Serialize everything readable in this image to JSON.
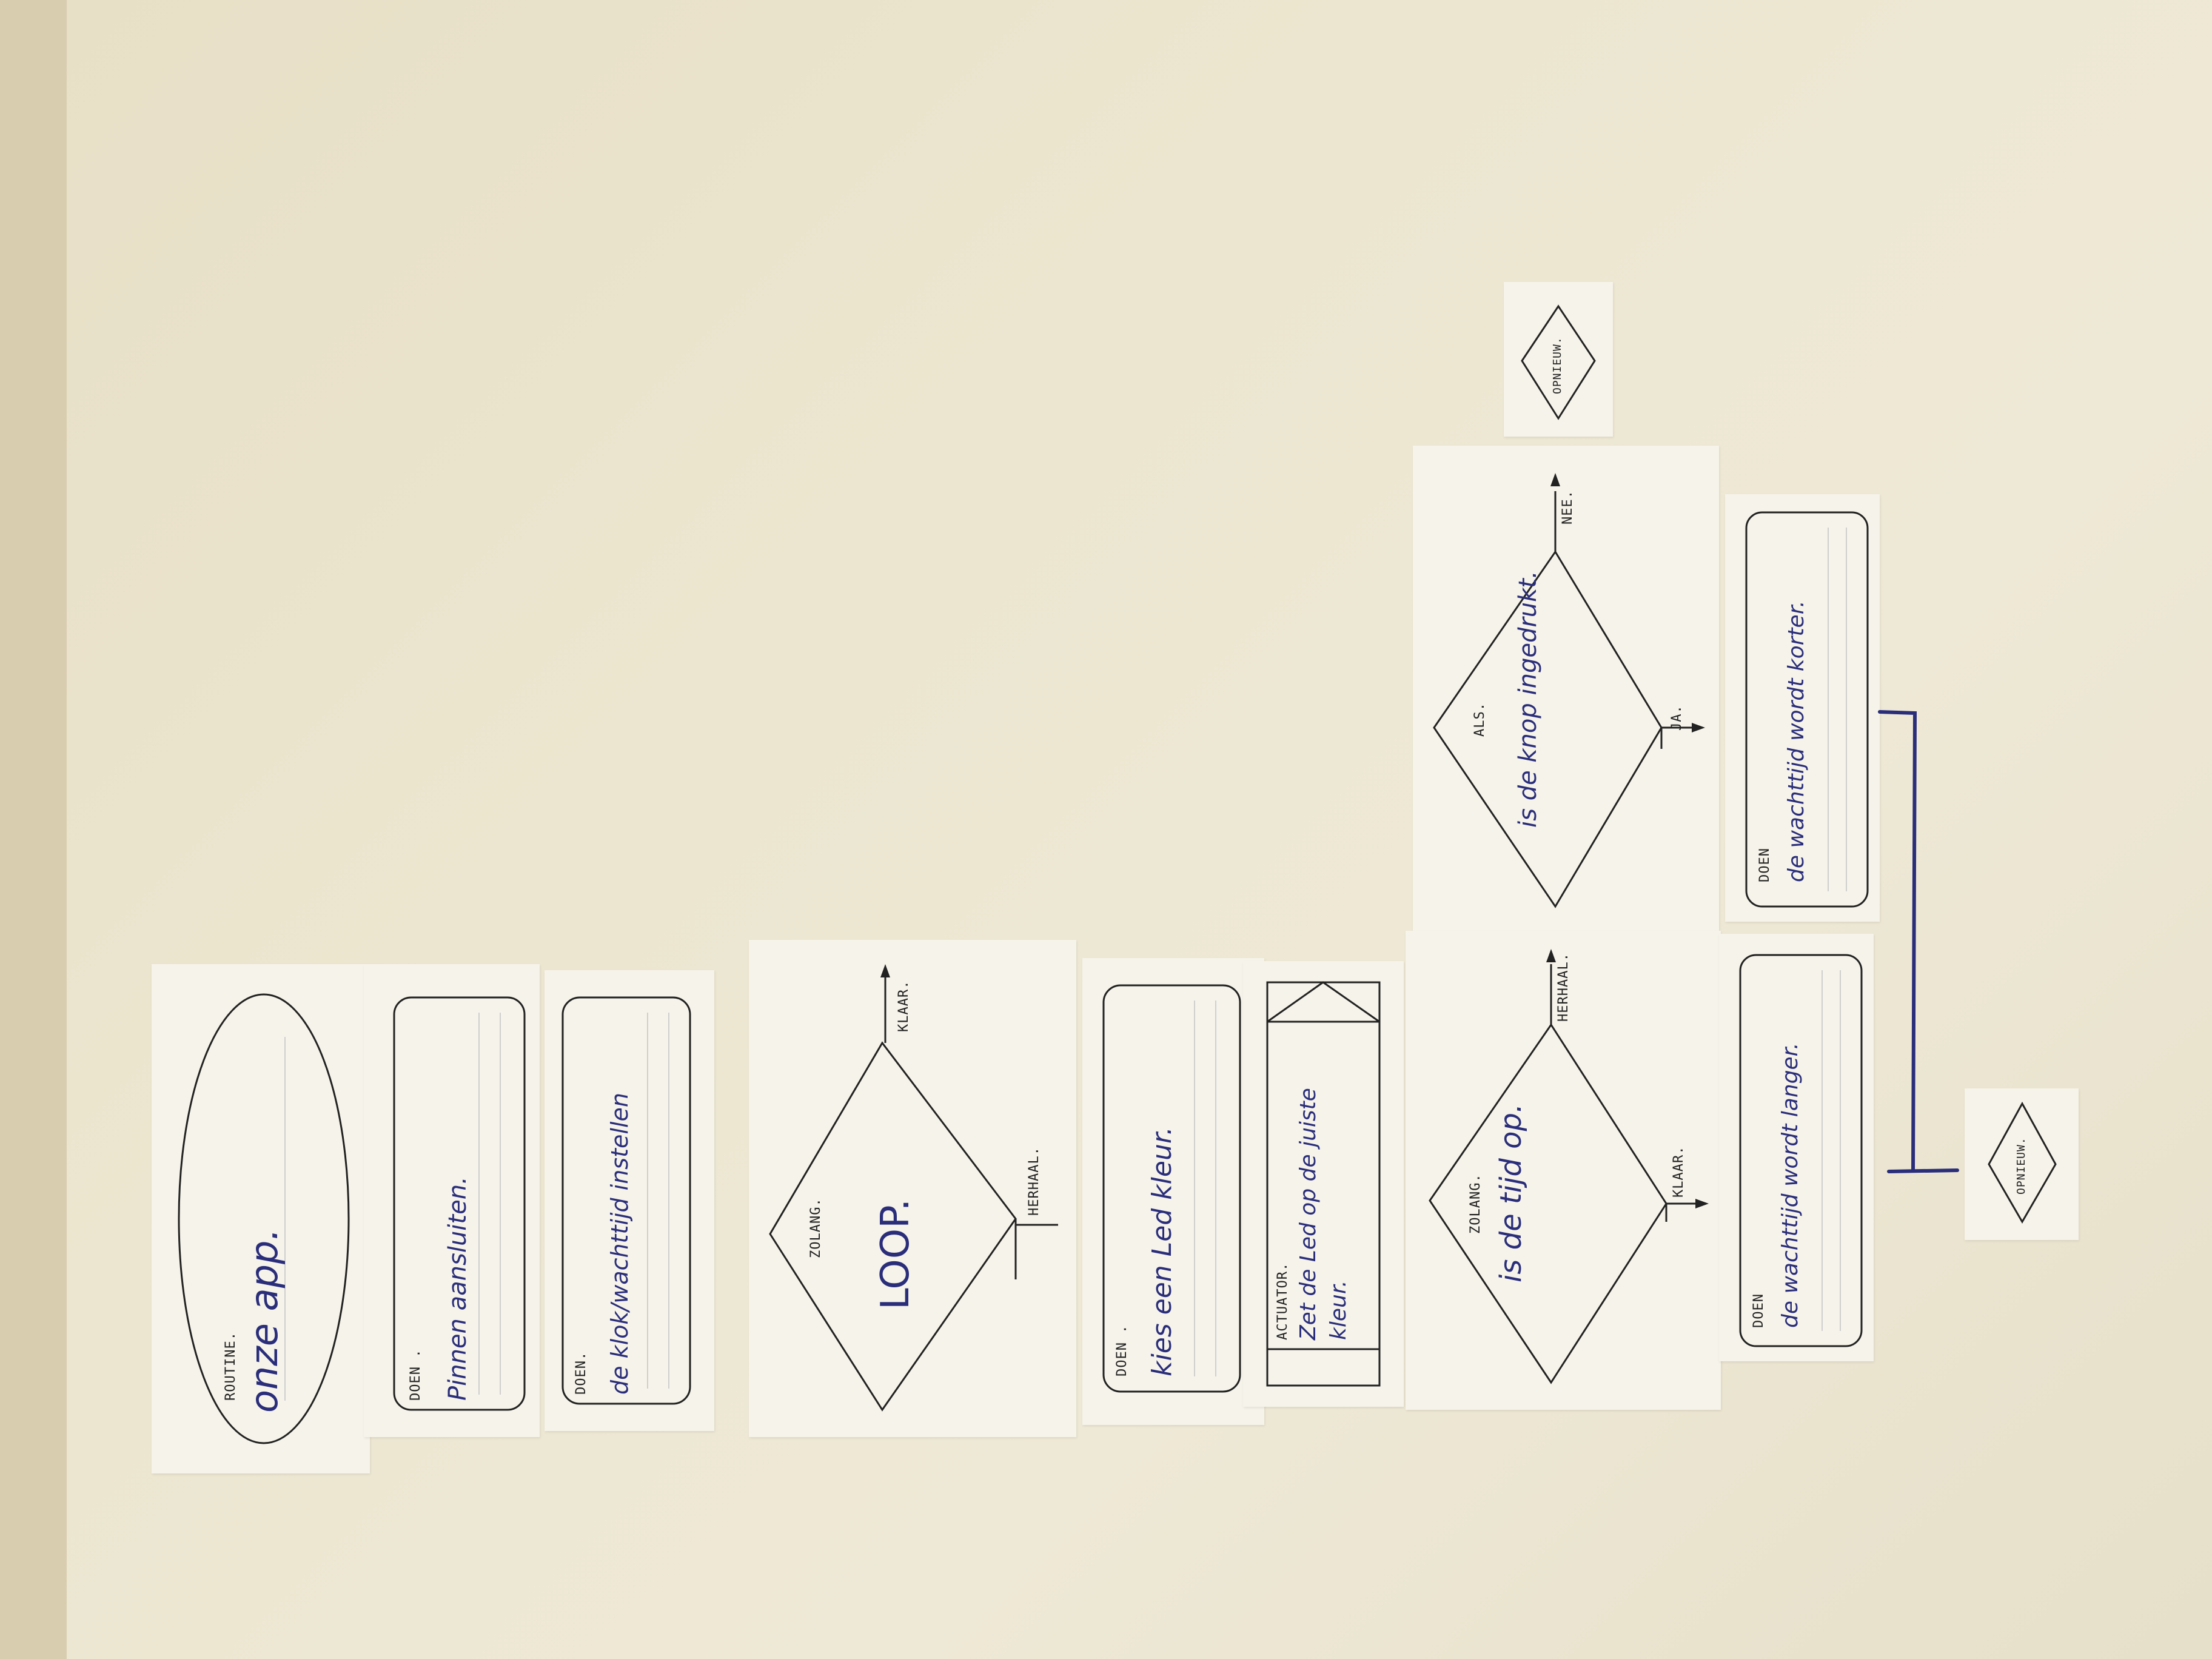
{
  "cards": {
    "routine": {
      "label": "ROUTINE.",
      "text": "onze app."
    },
    "doen_pins": {
      "label": "DOEN .",
      "text": "Pinnen aansluiten."
    },
    "doen_klok": {
      "label": "DOEN.",
      "text": "de klok/wachttijd instellen"
    },
    "zolang_loop": {
      "label": "ZOLANG.",
      "text": "LOOP.",
      "exit_label": "KLAAR.",
      "repeat_label": "HERHAAL."
    },
    "doen_led": {
      "label": "DOEN .",
      "text": "kies een Led kleur."
    },
    "actuator": {
      "label": "ACTUATOR.",
      "text_line1": "Zet de Led op de juiste",
      "text_line2": "kleur."
    },
    "zolang_tijd": {
      "label": "ZOLANG.",
      "text": "is de tijd op.",
      "repeat_label": "HERHAAL.",
      "exit_label": "KLAAR."
    },
    "als": {
      "label": "ALS.",
      "text": "is de knop ingedrukt.",
      "no_label": "NEE.",
      "yes_label": "JA."
    },
    "doen_korter": {
      "label": "DOEN",
      "text": "de wachttijd wordt korter."
    },
    "doen_langer": {
      "label": "DOEN",
      "text": "de wachttijd wordt langer."
    },
    "opnieuw_top": {
      "label": "OPNIEUW."
    },
    "opnieuw_bottom": {
      "label": "OPNIEUW."
    }
  },
  "colors": {
    "ink": "#2a2e7a",
    "print": "#222222"
  }
}
